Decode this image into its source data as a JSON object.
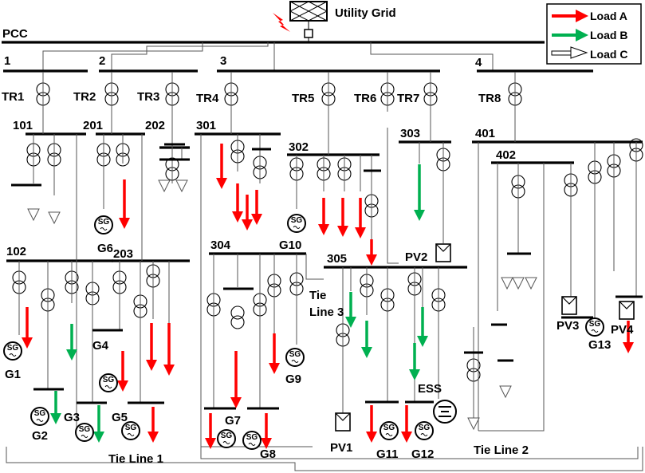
{
  "title": "Utility Grid",
  "pcc_label": "PCC",
  "legend": [
    {
      "label": "Load A",
      "color": "#ff0000"
    },
    {
      "label": "Load B",
      "color": "#00b050"
    },
    {
      "label": "Load C",
      "color": "#ffffff"
    }
  ],
  "buses": {
    "b1": "1",
    "b2": "2",
    "b3": "3",
    "b4": "4",
    "b101": "101",
    "b102": "102",
    "b201": "201",
    "b202": "202",
    "b203": "203",
    "b301": "301",
    "b302": "302",
    "b303": "303",
    "b304": "304",
    "b305": "305",
    "b401": "401",
    "b402": "402"
  },
  "transformers": {
    "tr1": "TR1",
    "tr2": "TR2",
    "tr3": "TR3",
    "tr4": "TR4",
    "tr5": "TR5",
    "tr6": "TR6",
    "tr7": "TR7",
    "tr8": "TR8"
  },
  "generators": {
    "g1": "G1",
    "g2": "G2",
    "g3": "G3",
    "g4": "G4",
    "g5": "G5",
    "g6": "G6",
    "g7": "G7",
    "g8": "G8",
    "g9": "G9",
    "g10": "G10",
    "g11": "G11",
    "g12": "G12",
    "g13": "G13"
  },
  "sg_symbol": "SG",
  "pv": {
    "pv1": "PV1",
    "pv2": "PV2",
    "pv3": "PV3",
    "pv4": "PV4"
  },
  "ess": "ESS",
  "tie_lines": {
    "tie1": "Tie Line 1",
    "tie2": "Tie Line 2",
    "tie3_a": "Tie",
    "tie3_b": "Line 3"
  }
}
